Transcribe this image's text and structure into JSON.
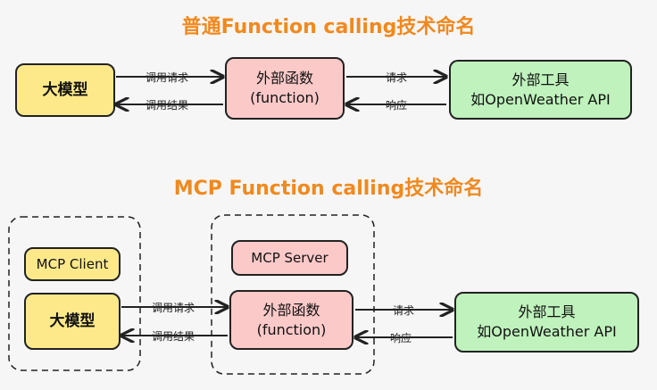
{
  "titles": {
    "top": "普通Function calling技术命名",
    "bottom": "MCP Function calling技术命名"
  },
  "nodes": {
    "llm": "大模型",
    "ext_func_line1": "外部函数",
    "ext_func_line2": "(function)",
    "ext_tool_line1": "外部工具",
    "ext_tool_line2": "如OpenWeather API",
    "mcp_client": "MCP Client",
    "mcp_server": "MCP Server"
  },
  "edges": {
    "call_request": "调用请求",
    "call_result": "调用结果",
    "request": "请求",
    "response": "响应"
  }
}
